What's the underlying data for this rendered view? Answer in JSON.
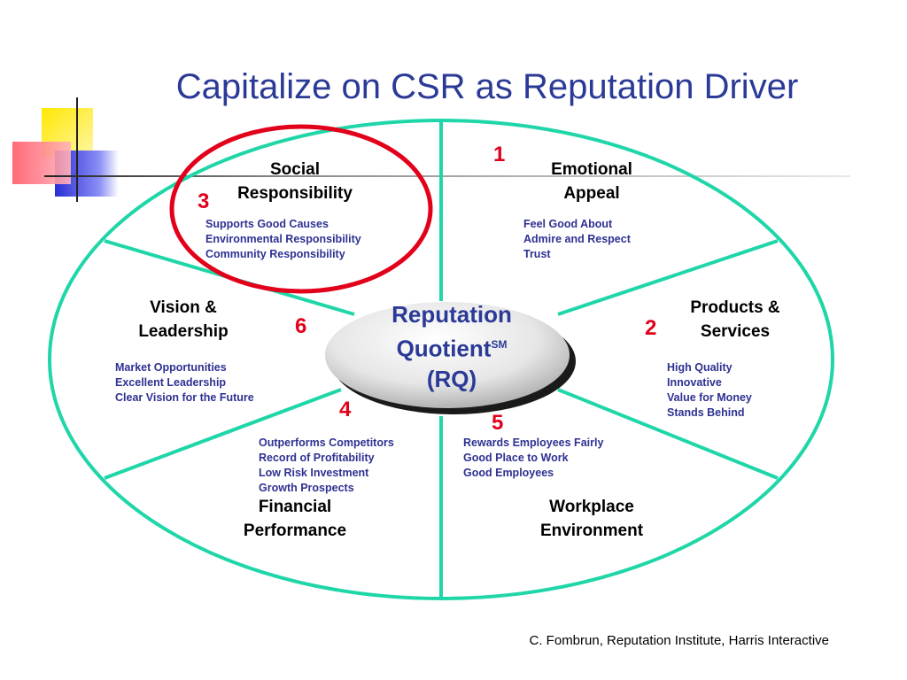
{
  "title": "Capitalize on CSR as Reputation Driver",
  "center": {
    "line1": "Reputation",
    "line2": "Quotient",
    "sup": "SM",
    "line3": "(RQ)"
  },
  "dimensions": [
    {
      "id": "social",
      "rank": "3",
      "label": [
        "Social",
        "Responsibility"
      ],
      "items": [
        "Supports Good Causes",
        "Environmental Responsibility",
        "Community Responsibility"
      ],
      "highlighted": true
    },
    {
      "id": "emotional",
      "rank": "1",
      "label": [
        "Emotional",
        "Appeal"
      ],
      "items": [
        "Feel Good About",
        "Admire and Respect",
        "Trust"
      ]
    },
    {
      "id": "products",
      "rank": "2",
      "label": [
        "Products &",
        "Services"
      ],
      "items": [
        "High Quality",
        "Innovative",
        "Value for Money",
        "Stands Behind"
      ]
    },
    {
      "id": "workplace",
      "rank": "5",
      "label": [
        "Workplace",
        "Environment"
      ],
      "items": [
        "Rewards Employees Fairly",
        "Good Place to Work",
        "Good Employees"
      ]
    },
    {
      "id": "financial",
      "rank": "4",
      "label": [
        "Financial",
        "Performance"
      ],
      "items": [
        "Outperforms Competitors",
        "Record of Profitability",
        "Low Risk Investment",
        "Growth Prospects"
      ]
    },
    {
      "id": "vision",
      "rank": "6",
      "label": [
        "Vision &",
        "Leadership"
      ],
      "items": [
        "Market Opportunities",
        "Excellent  Leadership",
        "Clear Vision for the Future"
      ]
    }
  ],
  "credit": "C. Fombrun, Reputation Institute, Harris Interactive",
  "colors": {
    "title": "#2b3a96",
    "lines": "#1fd6a8",
    "highlight": "#e2001a",
    "items": "#2e3192",
    "rank": "#e2001a"
  }
}
